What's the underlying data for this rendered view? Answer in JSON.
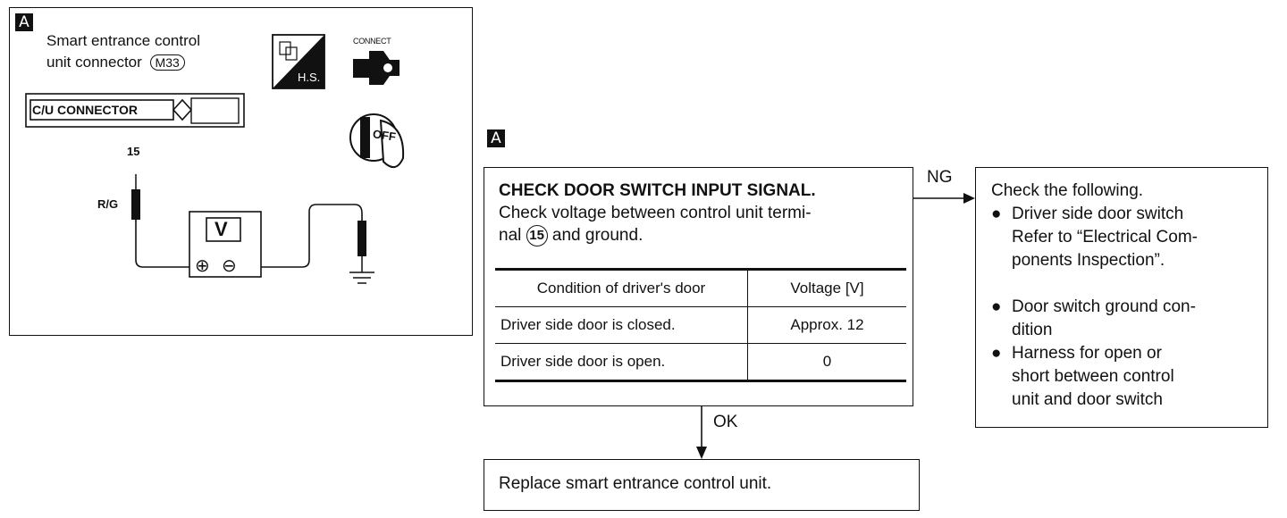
{
  "left_panel": {
    "tag": "A",
    "title_line1": "Smart entrance control",
    "title_line2": "unit connector",
    "connector_id": "M33",
    "cu_connector_label": "C/U CONNECTOR",
    "terminal_number": "15",
    "wire_color": "R/G",
    "meter_label": "V",
    "plus_symbol": "⊕",
    "minus_symbol": "⊖",
    "hs_label": "H.S.",
    "connect_label": "CONNECT",
    "ignition_label": "OFF"
  },
  "step_tag": "A",
  "check_box": {
    "heading": "CHECK DOOR SWITCH INPUT SIGNAL.",
    "text_line1": "Check voltage between control unit termi-",
    "text_pre": "nal",
    "terminal": "15",
    "text_post": "and ground.",
    "table": {
      "headers": [
        "Condition of driver's door",
        "Voltage [V]"
      ],
      "rows": [
        [
          "Driver side door is closed.",
          "Approx. 12"
        ],
        [
          "Driver side door is open.",
          "0"
        ]
      ]
    }
  },
  "ng_label": "NG",
  "ok_label": "OK",
  "ng_box": {
    "heading": "Check the following.",
    "b1_l1": "Driver side door switch",
    "b1_l2": "Refer to “Electrical Com-",
    "b1_l3": "ponents Inspection”.",
    "b2_l1": "Door switch ground con-",
    "b2_l2": "dition",
    "b3_l1": "Harness for open or",
    "b3_l2": "short between control",
    "b3_l3": "unit and door switch"
  },
  "ok_box": {
    "text": "Replace smart entrance control unit."
  }
}
